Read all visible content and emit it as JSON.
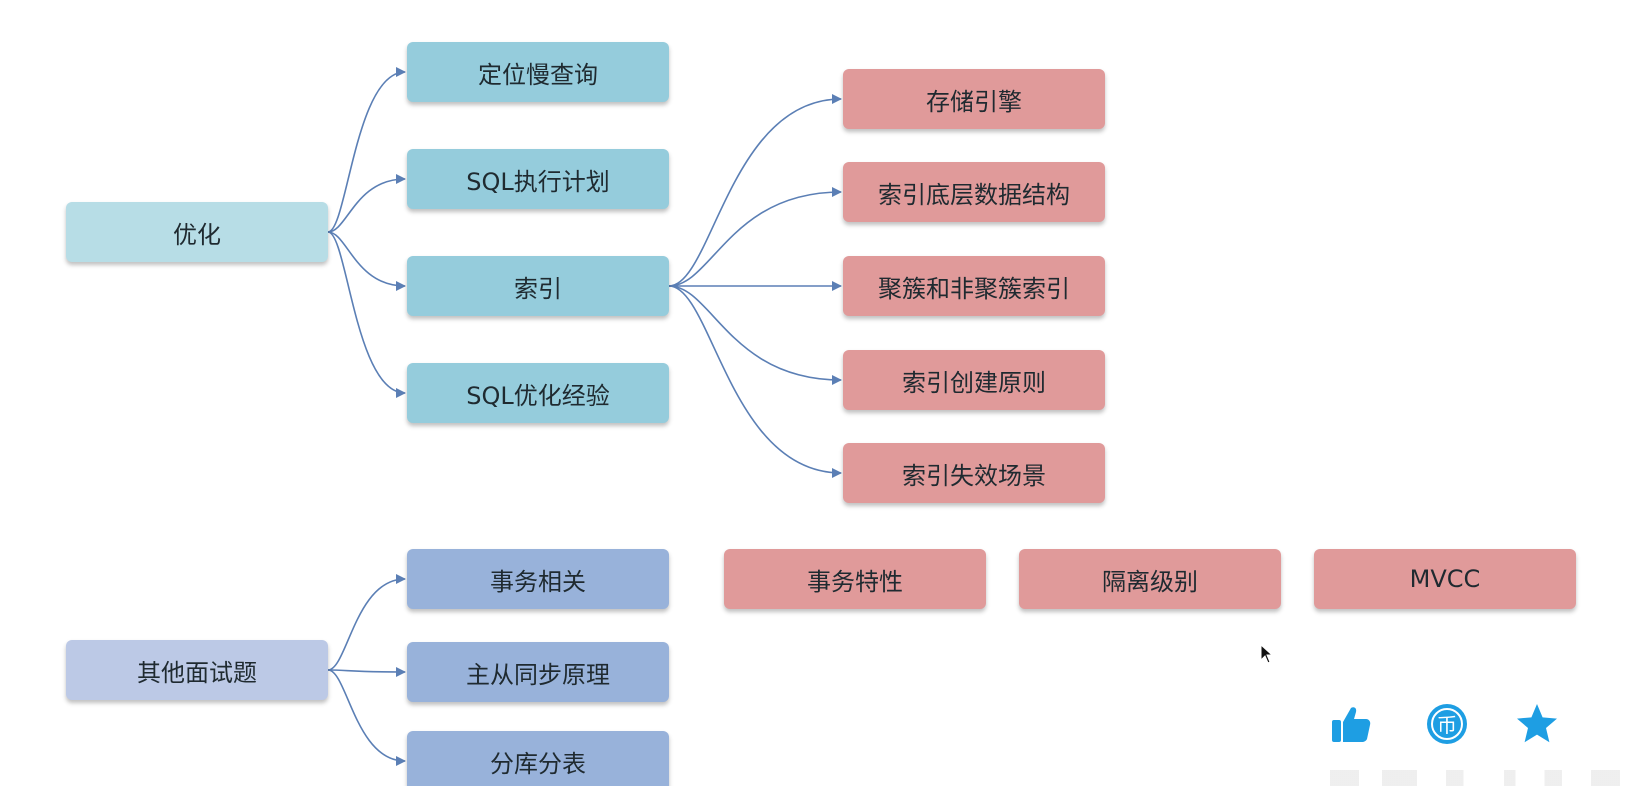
{
  "diagram": {
    "groups": [
      {
        "root": "优化",
        "children": [
          "定位慢查询",
          "SQL执行计划",
          "索引",
          "SQL优化经验"
        ],
        "sub_of_index": [
          "存储引擎",
          "索引底层数据结构",
          "聚簇和非聚簇索引",
          "索引创建原则",
          "索引失效场景"
        ]
      },
      {
        "root": "其他面试题",
        "children": [
          "事务相关",
          "主从同步原理",
          "分库分表"
        ],
        "transaction_topics": [
          "事务特性",
          "隔离级别",
          "MVCC"
        ]
      }
    ],
    "edge_color": "#5b7fb5",
    "colors": {
      "root1": "#b7dde6",
      "level1_cyan": "#95ccdc",
      "level2_red": "#e09a9a",
      "root2": "#bcc9e6",
      "level1_blue": "#98b2da"
    }
  },
  "controls": {
    "like_icon": "thumbs-up-icon",
    "coin_icon": "coin-icon",
    "coin_glyph": "币",
    "favorite_icon": "star-icon",
    "accent": "#1e9ee3"
  }
}
